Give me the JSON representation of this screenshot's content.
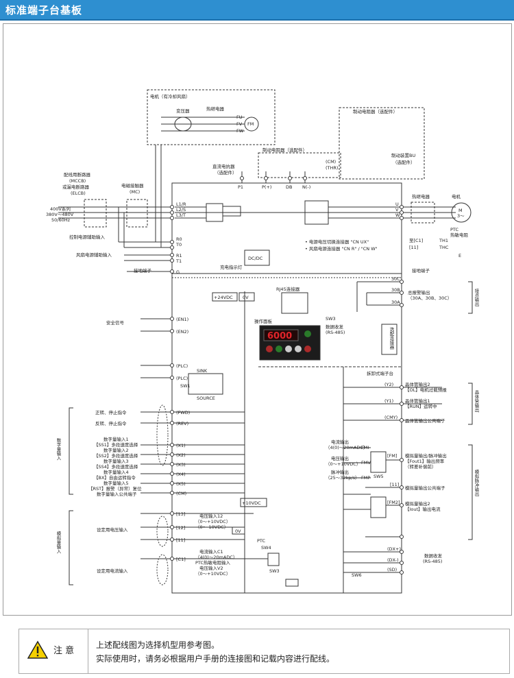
{
  "header": {
    "title": "标准端子台基板"
  },
  "top": {
    "motor_box": "电机（有冷却风扇）",
    "transformer": "变压器",
    "thermal_relay": "热继电器",
    "fan_u": "FU",
    "fan_v": "FV",
    "fan_w": "FW",
    "fan_m": "FM",
    "brake_resistor_opt": "制动电阻器（选配件）",
    "dc_reactor": "直流电抗器",
    "dc_reactor_sub": "（选配件）",
    "brake_relay_opt": "制动电阻器（选配件）",
    "brake_unit": "制动装置BU",
    "brake_unit_sub": "（选配件）",
    "cm": "(CM)",
    "thr": "(THR)"
  },
  "left": {
    "mccb1": "配线用断路器",
    "mccb2": "(MCCB)",
    "mccb3": "或漏电断路器",
    "mccb4": "(ELCB)",
    "mc1": "电磁接触器",
    "mc2": "(MC)",
    "power1": "400V系列",
    "power2": "380V～480V",
    "power3": "50/60Hz",
    "ctrl_aux": "控制电源辅助输入",
    "fan_aux": "风扇电源辅助输入",
    "ground": "接地端子",
    "safety": "安全信号",
    "fwd_text": "正转、停止指令",
    "rev_text": "反转、停止指令",
    "digital_group": "数字量输入",
    "x1a": "数字量输入1",
    "x1b": "【SS1】多段速度选择",
    "x2a": "数字量输入2",
    "x2b": "【SS2】多段速度选择",
    "x3a": "数字量输入3",
    "x3b": "【SS4】多段速度选择",
    "x4a": "数字量输入4",
    "x4b": "【BX】自由运转指令",
    "x5a": "数字量输入5",
    "x5b": "【RST】报警（异常）复位",
    "x_common": "数字量输入公共端子",
    "analog_group": "模拟量输入",
    "voltage_set": "设定用电压输入",
    "current_set": "设定用电流输入"
  },
  "terminals": {
    "l1": "L1/R",
    "l2": "L2/S",
    "l3": "L3/T",
    "r0": "R0",
    "t0": "T0",
    "r1": "R1",
    "t1": "T1",
    "g": "G",
    "en1": "(EN1)",
    "en2": "(EN2)",
    "plc1": "(PLC)",
    "plc2": "(PLC)",
    "fwd": "(FWD)",
    "rev": "(REV)",
    "x1": "(X1)",
    "x2": "(X2)",
    "x3": "(X3)",
    "x4": "(X4)",
    "x5": "(X5)",
    "cm": "(CM)",
    "t13": "[13]",
    "t12": "[12]",
    "t11": "[11]",
    "tc1": "[C1]",
    "p1": "P1",
    "pp": "P(+)",
    "db": "DB",
    "nn": "N(-)",
    "u": "U",
    "v": "V",
    "w": "W"
  },
  "center": {
    "charge_lamp": "充电指示灯",
    "dcdc": "DC/DC",
    "note1": "• 电源电压切换连接器 \"CN UX\"",
    "note2": "• 风扇电源连接器 \"CN R\" / \"CN W\"",
    "v24": "+24VDC",
    "v0": "0V",
    "rj45": "RJ45连接器",
    "keypad": "操作面板",
    "sw3": "SW3",
    "data_tx": "数据收发",
    "rs485": "(RS-485)",
    "display": "6000",
    "connector": "选配连接器",
    "removable": "拆卸式端子台",
    "sink": "SINK",
    "source": "SOURCE",
    "sw1": "SW1",
    "v10": "+10VDC",
    "v12a": "电压输入12",
    "v12b": "（0～+10VDC）",
    "v12c": "（0～-10VDC）",
    "c1a": "电流输入C1",
    "c1b": "（4(0)～20mADC）",
    "c1c": "PTC热敏电阻输入",
    "v2a": "电压输入V2",
    "v2b": "（0～+10VDC）",
    "ptc": "PTC",
    "sw4": "SW4",
    "sw5": "SW5",
    "sw6": "SW6",
    "sw2": "SW3",
    "zero": "0V"
  },
  "right": {
    "thermal_relay": "热继电器",
    "motor": "电机",
    "m3": "M",
    "m3b": "3～",
    "ptc": "PTC",
    "ptc_sub": "热敏电阻",
    "th1": "TH1",
    "thc": "THC",
    "c1": "至[C1]",
    "t11": "[11]",
    "e": "E",
    "g_term": "接地端子",
    "contact_group": "接点输出",
    "t30c": "30C",
    "t30b": "30B",
    "t30a": "30A",
    "alarm1": "总报警输出",
    "alarm2": "（30A、30B、30C）",
    "transistor_group": "晶体管输出",
    "y2": "(Y2)",
    "y1": "(Y1)",
    "cmy": "(CMY)",
    "y2a": "晶体管输出2",
    "y2b": "【OL】电机过载预报",
    "y1a": "晶体管输出1",
    "y1b": "【RUN】运转中",
    "cmy_text": "晶体管输出公共端子",
    "pulse_group": "模拟脉冲输出",
    "fmi": "FMI",
    "fmv": "FMV",
    "fmp": "FMP",
    "fm": "[FM]",
    "cur_out": "电流输出",
    "cur_range": "（4(0)～20mADC）",
    "volt_out": "电压输出",
    "volt_range": "（0～+10VDC）",
    "pulse_out": "脉冲输出",
    "pulse_range": "（25～32kp/s）",
    "fm_text1": "模拟量输出/脉冲输出",
    "fm_text2": "【Fout1】输出频率",
    "fm_text3": "（转差补偿前）",
    "ao_common": "模拟量输出公共端子",
    "fm2": "[FM2]",
    "fm2_text1": "模拟量输出2",
    "fm2_text2": "【Iout】输出电流",
    "dxp": "(DX+)",
    "dxm": "(DX-)",
    "sd": "(SD)",
    "dx_text1": "数据收发",
    "dx_text2": "(RS-485)"
  },
  "note": {
    "label": "注 意",
    "line1": "上述配线图为选择机型用参考图。",
    "line2": "实际使用时，请务必根据用户手册的连接图和记载内容进行配线。"
  },
  "colors": {
    "header": "#2e8fd0",
    "line": "#333333",
    "panel": "#1c1c1c",
    "display": "#e0242a",
    "warn": "#f5d000"
  }
}
